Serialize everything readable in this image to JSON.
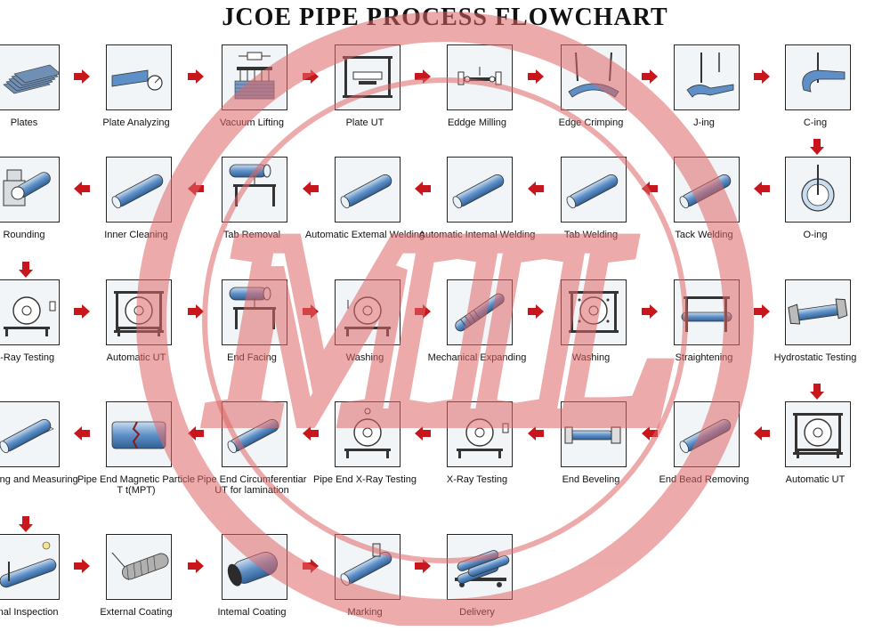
{
  "title": "JCOE PIPE PROCESS FLOWCHART",
  "watermark_text": "MIL",
  "steps": [
    {
      "label": "Plates",
      "icon": "plates-icon",
      "row": 0,
      "col": 0
    },
    {
      "label": "Plate Analyzing",
      "icon": "plate-analyzing-icon",
      "row": 0,
      "col": 1
    },
    {
      "label": "Vacuum Lifting",
      "icon": "vacuum-lifting-icon",
      "row": 0,
      "col": 2
    },
    {
      "label": "Plate UT",
      "icon": "plate-ut-icon",
      "row": 0,
      "col": 3
    },
    {
      "label": "Eddge Milling",
      "icon": "edge-milling-icon",
      "row": 0,
      "col": 4
    },
    {
      "label": "Edge Crimping",
      "icon": "edge-crimping-icon",
      "row": 0,
      "col": 5
    },
    {
      "label": "J-ing",
      "icon": "j-ing-icon",
      "row": 0,
      "col": 6
    },
    {
      "label": "C-ing",
      "icon": "c-ing-icon",
      "row": 0,
      "col": 7
    },
    {
      "label": "O-ing",
      "icon": "o-ing-icon",
      "row": 1,
      "col": 7
    },
    {
      "label": "Tack Welding",
      "icon": "tack-welding-icon",
      "row": 1,
      "col": 6
    },
    {
      "label": "Tab Welding",
      "icon": "tab-welding-icon",
      "row": 1,
      "col": 5
    },
    {
      "label": "Automatic Intemal Welding",
      "icon": "internal-welding-icon",
      "row": 1,
      "col": 4
    },
    {
      "label": "Automatic Extemal Welding",
      "icon": "external-welding-icon",
      "row": 1,
      "col": 3
    },
    {
      "label": "Tab Removal",
      "icon": "tab-removal-icon",
      "row": 1,
      "col": 2
    },
    {
      "label": "Inner Cleaning",
      "icon": "inner-cleaning-icon",
      "row": 1,
      "col": 1
    },
    {
      "label": "Rounding",
      "icon": "rounding-icon",
      "row": 1,
      "col": 0
    },
    {
      "label": "X-Ray Testing",
      "icon": "x-ray-icon",
      "row": 2,
      "col": 0
    },
    {
      "label": "Automatic UT",
      "icon": "automatic-ut-icon",
      "row": 2,
      "col": 1
    },
    {
      "label": "End Facing",
      "icon": "end-facing-icon",
      "row": 2,
      "col": 2
    },
    {
      "label": "Washing",
      "icon": "washing-icon",
      "row": 2,
      "col": 3
    },
    {
      "label": "Mechanical Expanding",
      "icon": "mechanical-expanding-icon",
      "row": 2,
      "col": 4
    },
    {
      "label": "Washing",
      "icon": "washing-frame-icon",
      "row": 2,
      "col": 5
    },
    {
      "label": "Straightening",
      "icon": "straightening-icon",
      "row": 2,
      "col": 6
    },
    {
      "label": "Hydrostatic Testing",
      "icon": "hydrostatic-testing-icon",
      "row": 2,
      "col": 7
    },
    {
      "label": "Automatic UT",
      "icon": "automatic-ut-icon",
      "row": 3,
      "col": 7
    },
    {
      "label": "End Bead Removing",
      "icon": "end-bead-removing-icon",
      "row": 3,
      "col": 6
    },
    {
      "label": "End Beveling",
      "icon": "end-beveling-icon",
      "row": 3,
      "col": 5
    },
    {
      "label": "X-Ray Testing",
      "icon": "x-ray-icon",
      "row": 3,
      "col": 4
    },
    {
      "label": "Pipe End X-Ray Testing",
      "icon": "pipe-end-x-ray-icon",
      "row": 3,
      "col": 3
    },
    {
      "label": "Pipe End Circumferentiar UT for lamination",
      "icon": "pipe-end-ut-icon",
      "row": 3,
      "col": 2
    },
    {
      "label": "Pipe End Magnetic Particle T t(MPT)",
      "icon": "mpt-icon",
      "row": 3,
      "col": 1
    },
    {
      "label": "Weighing and Measuring",
      "icon": "weighing-icon",
      "row": 3,
      "col": 0
    },
    {
      "label": "Final  Inspection",
      "icon": "final-inspection-icon",
      "row": 4,
      "col": 0
    },
    {
      "label": "External Coating",
      "icon": "external-coating-icon",
      "row": 4,
      "col": 1
    },
    {
      "label": "Intemal Coating",
      "icon": "internal-coating-icon",
      "row": 4,
      "col": 2
    },
    {
      "label": "Marking",
      "icon": "marking-icon",
      "row": 4,
      "col": 3
    },
    {
      "label": "Delivery",
      "icon": "delivery-icon",
      "row": 4,
      "col": 4
    }
  ],
  "arrows": [
    {
      "dir": "right",
      "row": 0,
      "after_col": 0
    },
    {
      "dir": "right",
      "row": 0,
      "after_col": 1
    },
    {
      "dir": "right",
      "row": 0,
      "after_col": 2
    },
    {
      "dir": "right",
      "row": 0,
      "after_col": 3
    },
    {
      "dir": "right",
      "row": 0,
      "after_col": 4
    },
    {
      "dir": "right",
      "row": 0,
      "after_col": 5
    },
    {
      "dir": "right",
      "row": 0,
      "after_col": 6
    },
    {
      "dir": "down",
      "row": 1,
      "col": 7
    },
    {
      "dir": "left",
      "row": 1,
      "after_col": 6
    },
    {
      "dir": "left",
      "row": 1,
      "after_col": 5
    },
    {
      "dir": "left",
      "row": 1,
      "after_col": 4
    },
    {
      "dir": "left",
      "row": 1,
      "after_col": 3
    },
    {
      "dir": "left",
      "row": 1,
      "after_col": 2
    },
    {
      "dir": "left",
      "row": 1,
      "after_col": 1
    },
    {
      "dir": "left",
      "row": 1,
      "after_col": 0
    },
    {
      "dir": "down",
      "row": 2,
      "col": 0
    },
    {
      "dir": "right",
      "row": 2,
      "after_col": 0
    },
    {
      "dir": "right",
      "row": 2,
      "after_col": 1
    },
    {
      "dir": "right",
      "row": 2,
      "after_col": 2
    },
    {
      "dir": "right",
      "row": 2,
      "after_col": 3
    },
    {
      "dir": "right",
      "row": 2,
      "after_col": 4
    },
    {
      "dir": "right",
      "row": 2,
      "after_col": 5
    },
    {
      "dir": "right",
      "row": 2,
      "after_col": 6
    },
    {
      "dir": "down",
      "row": 3,
      "col": 7
    },
    {
      "dir": "left",
      "row": 3,
      "after_col": 6
    },
    {
      "dir": "left",
      "row": 3,
      "after_col": 5
    },
    {
      "dir": "left",
      "row": 3,
      "after_col": 4
    },
    {
      "dir": "left",
      "row": 3,
      "after_col": 3
    },
    {
      "dir": "left",
      "row": 3,
      "after_col": 2
    },
    {
      "dir": "left",
      "row": 3,
      "after_col": 1
    },
    {
      "dir": "left",
      "row": 3,
      "after_col": 0
    },
    {
      "dir": "down",
      "row": 4,
      "col": 0
    },
    {
      "dir": "right",
      "row": 4,
      "after_col": 0
    },
    {
      "dir": "right",
      "row": 4,
      "after_col": 1
    },
    {
      "dir": "right",
      "row": 4,
      "after_col": 2
    },
    {
      "dir": "right",
      "row": 4,
      "after_col": 3
    }
  ],
  "colors": {
    "arrow": "#c8161d",
    "watermark": "#e06666",
    "pipe": "#5e8fc7",
    "pipe_light": "#c9ddf0",
    "frame": "#333333"
  }
}
